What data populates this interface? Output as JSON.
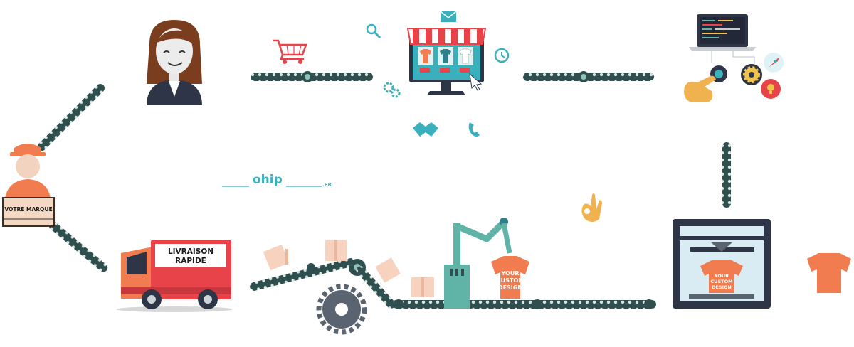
{
  "labels": {
    "courier_box": "VOTRE MARQUE",
    "truck_line1": "LIVRAISON",
    "truck_line2": "RAPIDE",
    "shirt_line1": "YOUR",
    "shirt_line2": "CUSTOM",
    "shirt_line3": "DESIGN",
    "printer_line1": "YOUR",
    "printer_line2": "CUSTOM",
    "printer_line3": "DESIGN",
    "logo_main": "ohip",
    "logo_suffix": ".FR"
  },
  "colors": {
    "belt": "#2f4f4f",
    "belt_accent": "#5fb3a7",
    "orange": "#f07c4f",
    "teal": "#3ab0bd",
    "red": "#e9434a",
    "dark": "#2e3547"
  },
  "icons": [
    "cart-icon",
    "mail-icon",
    "clock-icon",
    "gears-icon",
    "handshake-icon",
    "phone-icon",
    "ok-hand-icon",
    "rocket-icon",
    "bulb-icon",
    "gear-icon"
  ]
}
